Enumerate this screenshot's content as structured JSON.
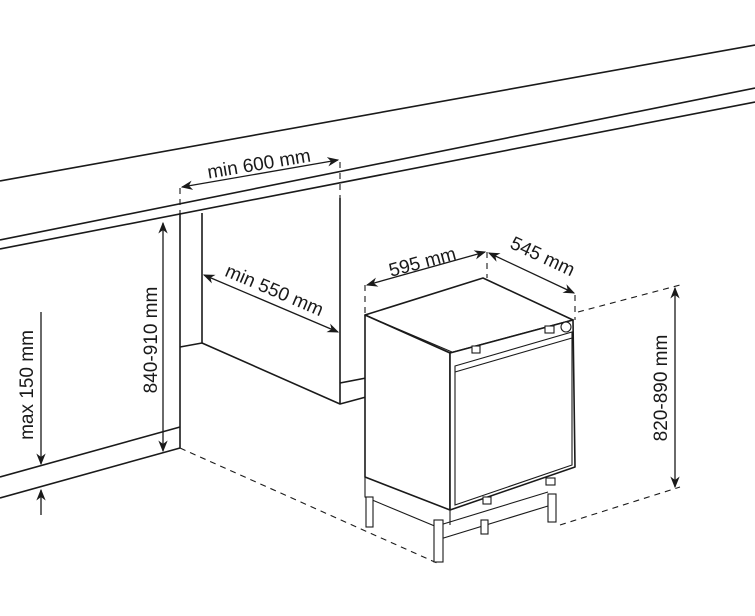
{
  "diagram": {
    "type": "installation-dimensions",
    "colors": {
      "line": "#1a1a1a",
      "background": "#ffffff"
    },
    "labels": {
      "niche_width": "min 600 mm",
      "niche_depth": "min 550 mm",
      "niche_height": "840-910 mm",
      "plinth_height": "max 150 mm",
      "appliance_width": "595 mm",
      "appliance_depth": "545 mm",
      "appliance_height": "820-890 mm"
    }
  }
}
